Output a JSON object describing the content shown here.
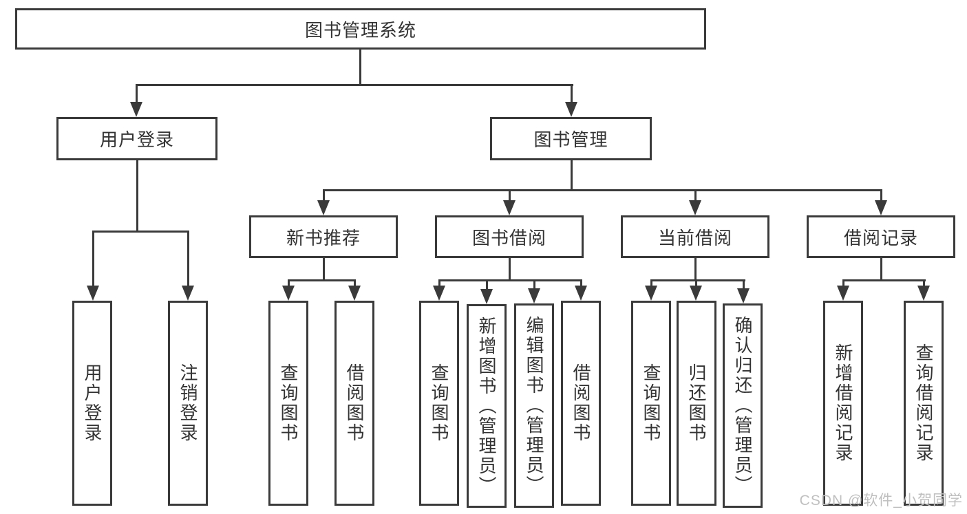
{
  "colors": {
    "line": "#3a3a3a",
    "text": "#333333",
    "watermark": "#bfbfbf",
    "background": "#ffffff"
  },
  "watermark": {
    "text": "CSDN @软件_小贺同学"
  },
  "tree": {
    "label": "图书管理系统",
    "children": [
      {
        "label": "用户登录",
        "children": [
          {
            "label": "用户登录"
          },
          {
            "label": "注销登录"
          }
        ]
      },
      {
        "label": "图书管理",
        "children": [
          {
            "label": "新书推荐",
            "children": [
              {
                "label": "查询图书"
              },
              {
                "label": "借阅图书"
              }
            ]
          },
          {
            "label": "图书借阅",
            "children": [
              {
                "label": "查询图书"
              },
              {
                "label": "新增图书（管理员）"
              },
              {
                "label": "编辑图书（管理员）"
              },
              {
                "label": "借阅图书"
              }
            ]
          },
          {
            "label": "当前借阅",
            "children": [
              {
                "label": "查询图书"
              },
              {
                "label": "归还图书"
              },
              {
                "label": "确认归还（管理员）"
              }
            ]
          },
          {
            "label": "借阅记录",
            "children": [
              {
                "label": "新增借阅记录"
              },
              {
                "label": "查询借阅记录"
              }
            ]
          }
        ]
      }
    ]
  }
}
